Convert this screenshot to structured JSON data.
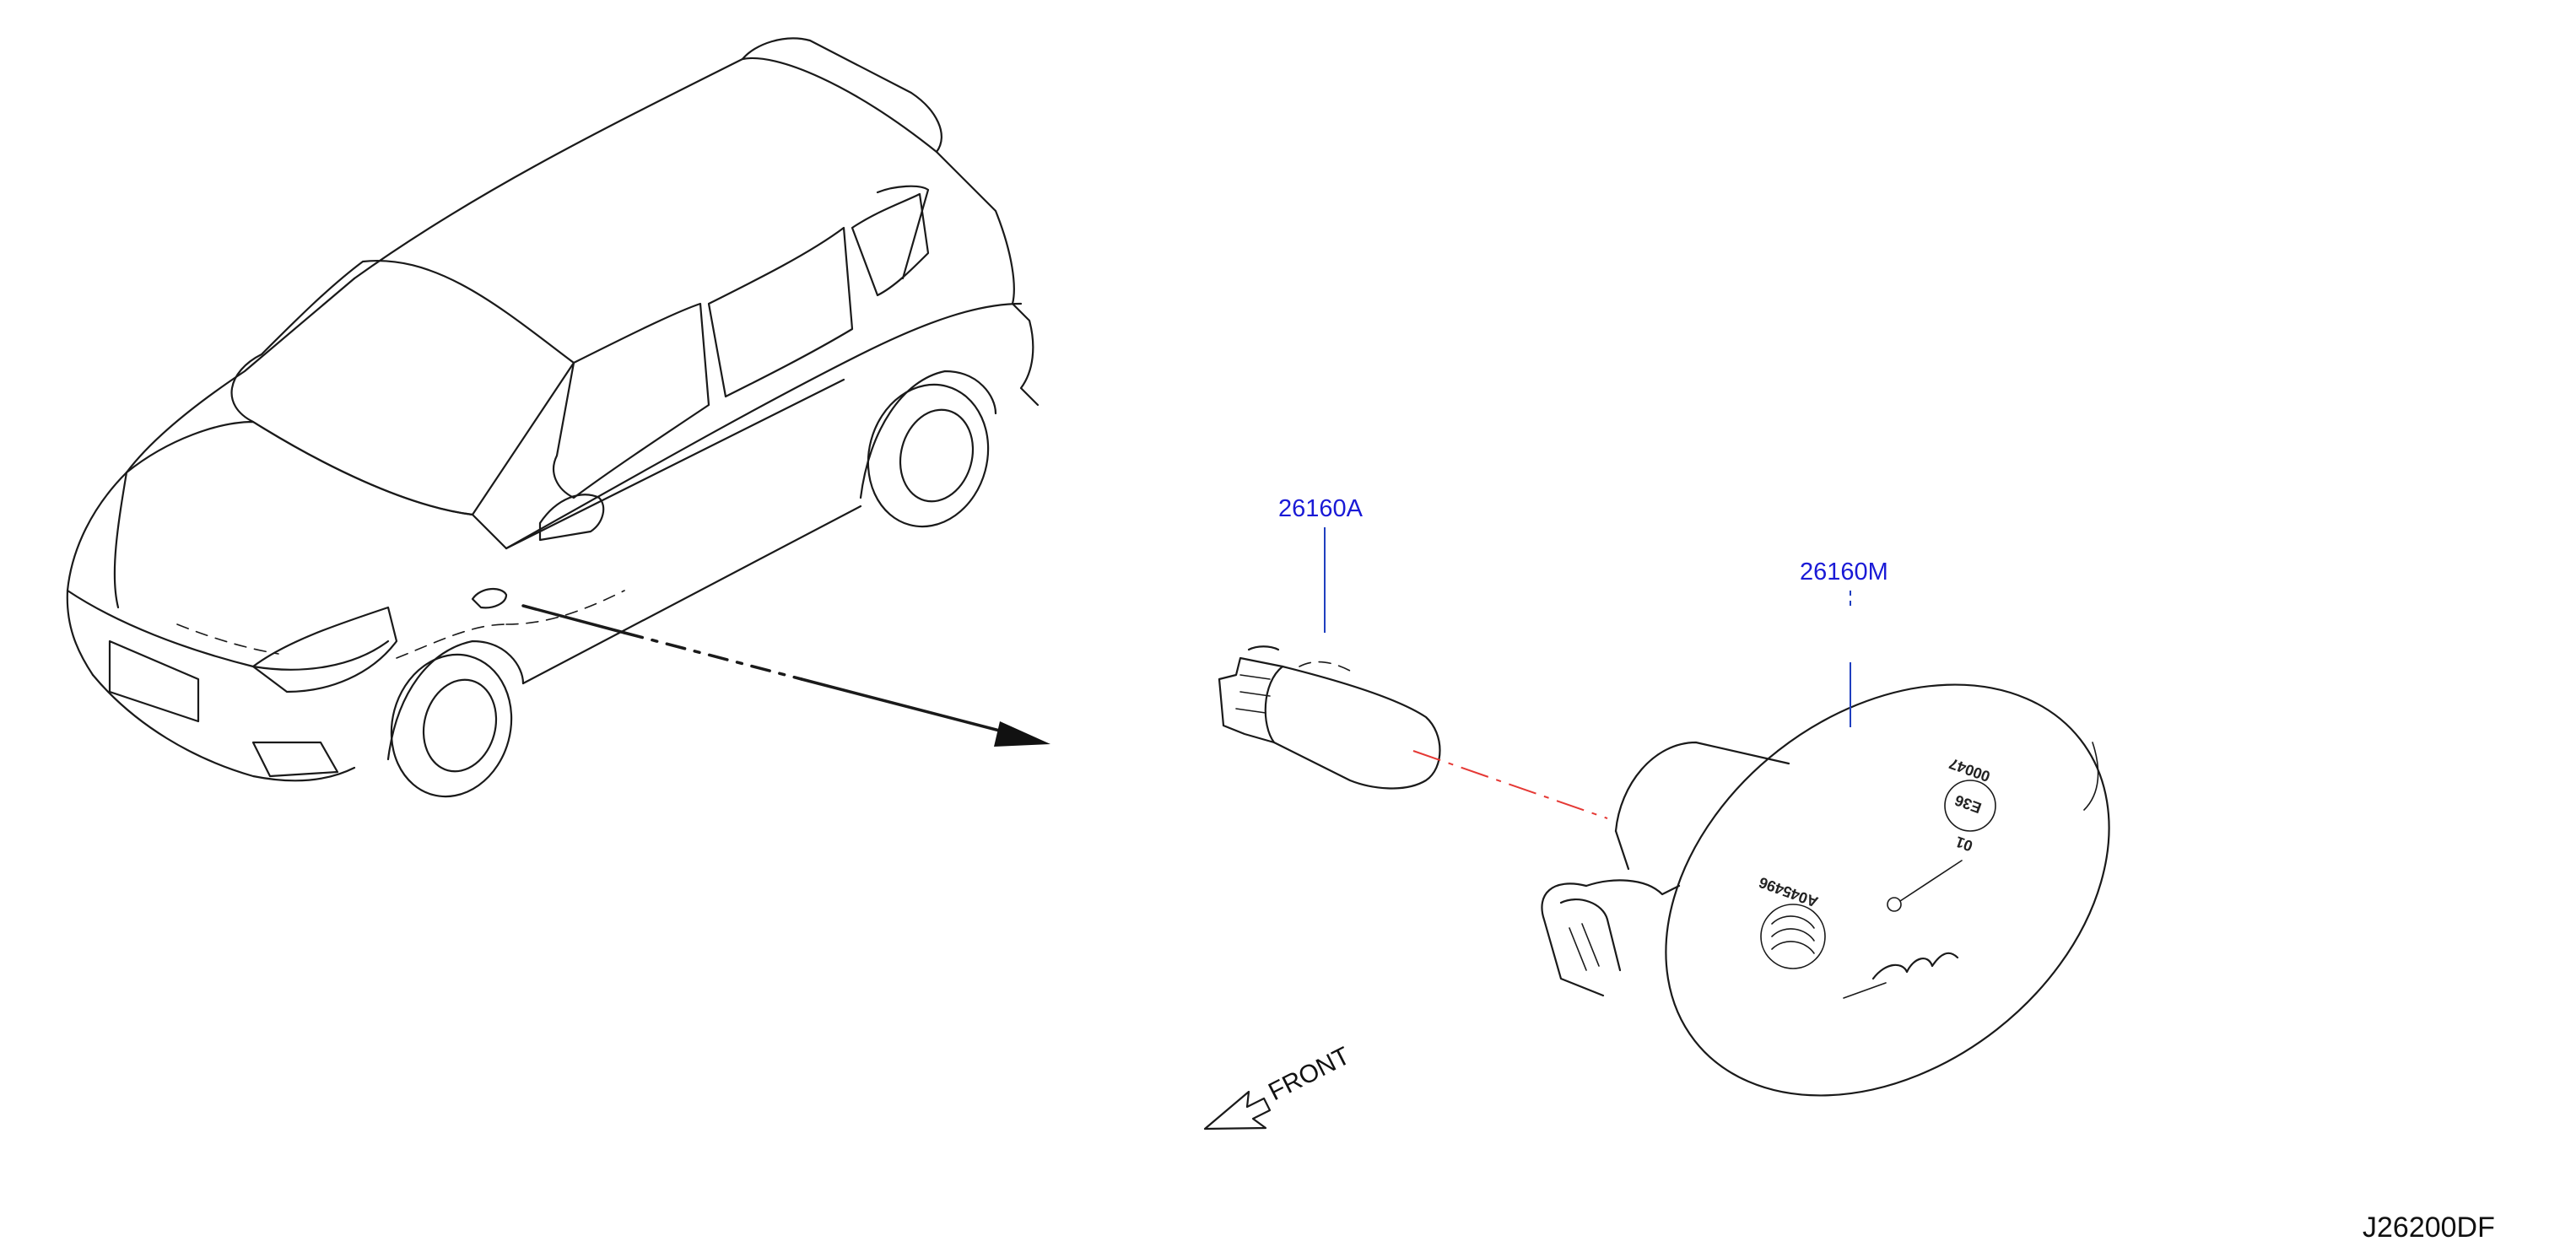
{
  "parts": {
    "bulb_callout": "26160A",
    "lamp_callout": "26160M"
  },
  "direction_label": "FRONT",
  "diagram_code": "J26200DF",
  "lens_markings": {
    "code_a": "A045496",
    "code_b": "00047",
    "code_c": "E36",
    "code_d": "01"
  },
  "colors": {
    "callout_text": "#1a1ad6",
    "leader_line": "#1f3fbf",
    "center_line": "#e53935",
    "outline": "#1a1a1a"
  }
}
